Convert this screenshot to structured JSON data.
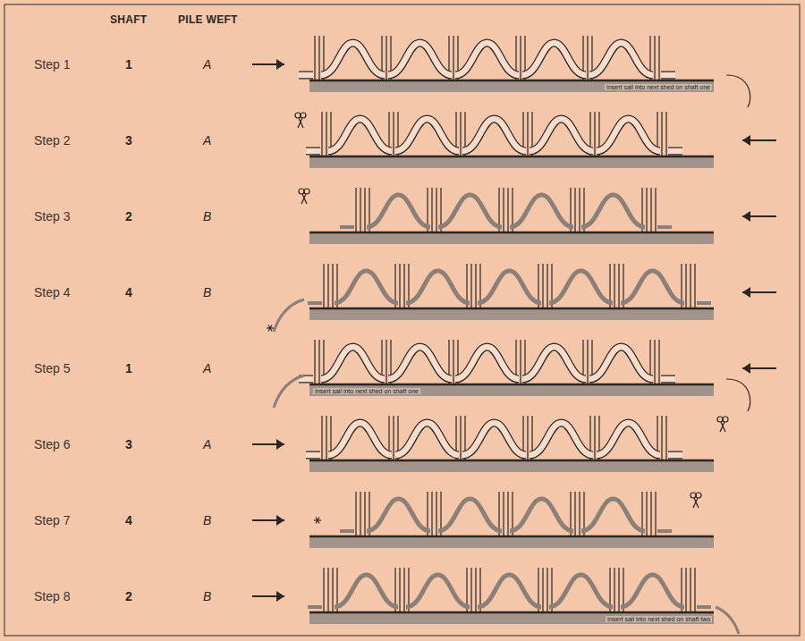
{
  "diagram": {
    "labels": [
      "SHAFT",
      "PILE WEFT",
      "Step 1",
      "1",
      "A",
      "Step 2",
      "3",
      "A",
      "Step 3",
      "2",
      "B",
      "Step 4",
      "4",
      "B",
      "Step 5",
      "1",
      "A",
      "Step 6",
      "3",
      "A",
      "Step 7",
      "4",
      "B",
      "Step 8",
      "2",
      "B",
      "Insert sail into next shed on shaft one",
      "Insert sail into next shed on shaft one",
      "Insert sail into next shed on shaft two"
    ]
  }
}
